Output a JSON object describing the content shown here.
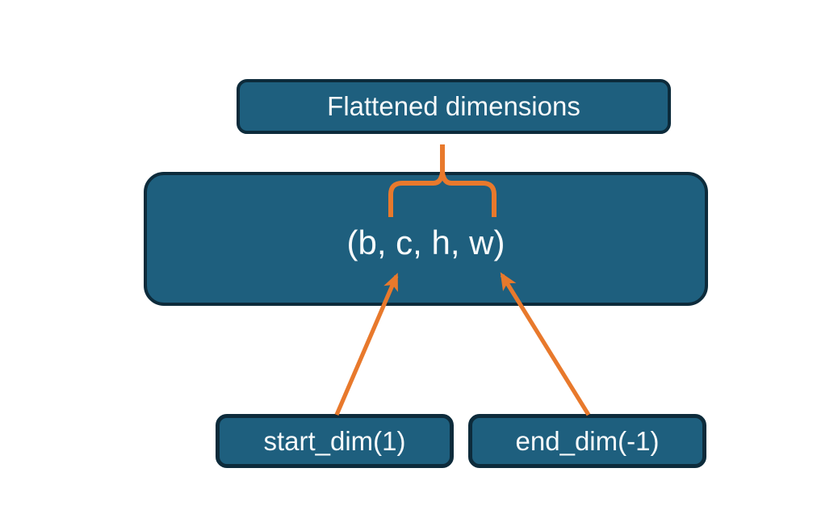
{
  "diagram": {
    "title_box": {
      "label": "Flattened dimensions"
    },
    "main_box": {
      "label": "(b, c, h, w)"
    },
    "param_boxes": [
      {
        "label": "start_dim(1)"
      },
      {
        "label": "end_dim(-1)"
      }
    ],
    "colors": {
      "box_fill": "#1E5F7E",
      "box_border": "#0D2B3B",
      "accent_orange": "#E8792C",
      "text": "#F7FAFB",
      "background": "#FFFFFF"
    }
  }
}
